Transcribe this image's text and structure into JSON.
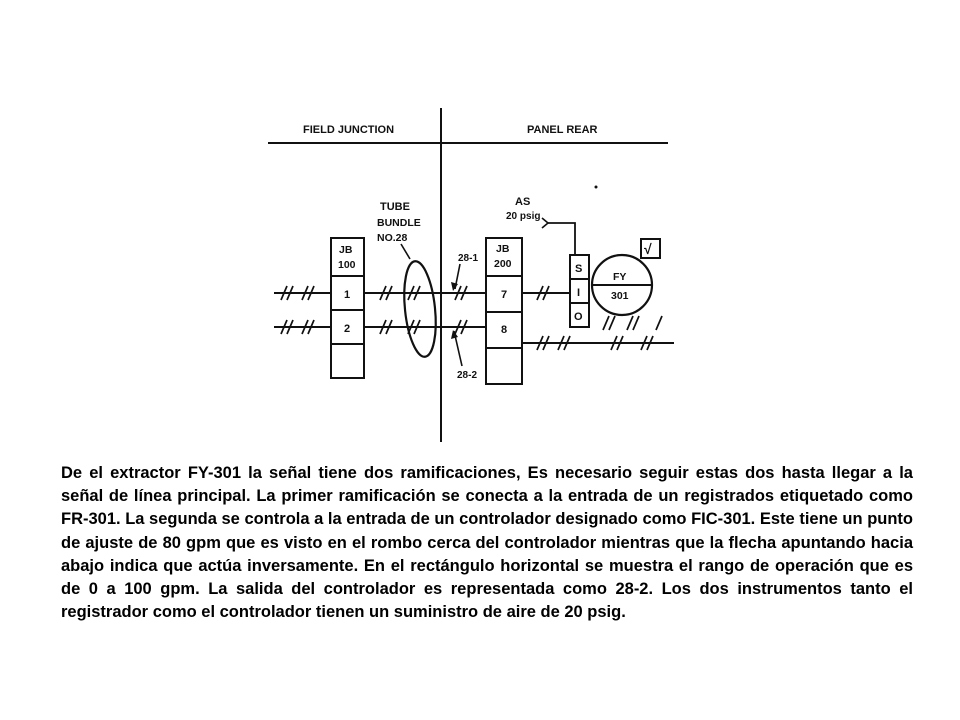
{
  "diagram": {
    "header_left": "FIELD JUNCTION",
    "header_right": "PANEL REAR",
    "tube_label_line1": "TUBE",
    "tube_label_line2": "BUNDLE",
    "tube_label_line3": "NO.28",
    "jb100": {
      "line1": "JB",
      "line2": "100",
      "term1": "1",
      "term2": "2"
    },
    "jb200": {
      "line1": "JB",
      "line2": "200",
      "term1": "7",
      "term2": "8"
    },
    "tag_top": "28-1",
    "tag_bottom": "28-2",
    "air_supply_line1": "AS",
    "air_supply_line2": "20 psig",
    "sio": {
      "s": "S",
      "i": "I",
      "o": "O"
    },
    "fy": {
      "line1": "FY",
      "line2": "301"
    },
    "sqrt_symbol": "√"
  },
  "caption": "De el extractor FY-301 la señal tiene dos ramificaciones, Es necesario seguir estas dos hasta llegar a la señal de línea principal. La primer ramificación se conecta a la entrada de un registrados etiquetado como FR-301. La segunda se controla a la entrada de un controlador designado como FIC-301. Este tiene un punto de ajuste de 80 gpm que es visto en el rombo cerca del controlador mientras que la flecha apuntando hacia abajo indica que actúa inversamente. En el rectángulo horizontal se muestra el rango de operación que es de 0 a 100 gpm. La salida del controlador es representada como 28-2. Los dos instrumentos tanto el registrador como el controlador tienen un suministro de aire de 20 psig."
}
